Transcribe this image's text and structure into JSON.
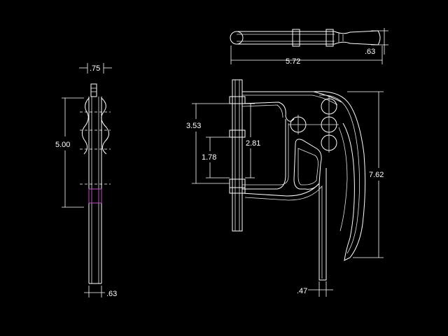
{
  "colors": {
    "background": "#000000",
    "line": "#ffffff",
    "accent": "#c050c0"
  },
  "dimensions": {
    "side_top_width": ".75",
    "side_height": "5.00",
    "side_bottom_width": ".63",
    "top_length": "5.72",
    "top_handle_width": ".63",
    "front_upper_height": "3.53",
    "front_inner_height": "2.81",
    "front_lower_height": "1.78",
    "front_total_height": "7.62",
    "front_base_width": ".47"
  }
}
